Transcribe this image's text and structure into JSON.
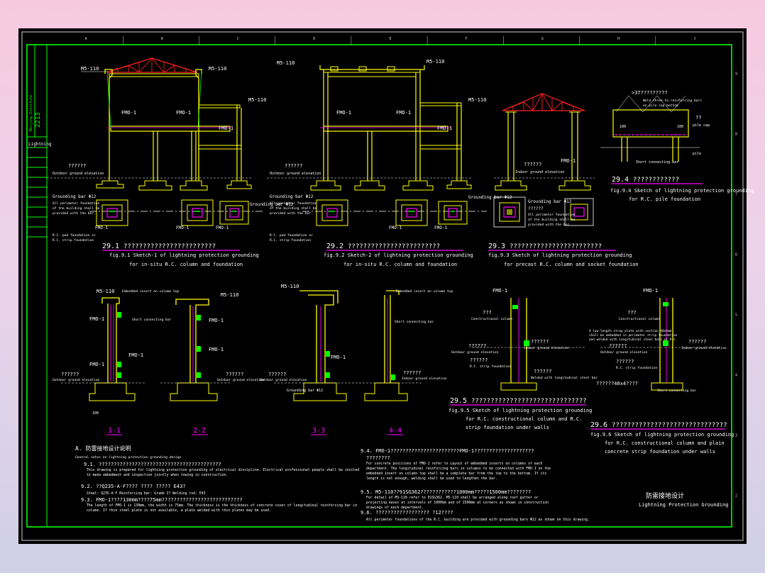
{
  "colors": {
    "frame": "#00ff00",
    "structure": "#ffff00",
    "roof": "#ff2020",
    "accent": "#ff00ff",
    "label": "#ffffff",
    "rebar": "#00ff00",
    "ground": "#ffffff"
  },
  "grid_letters": [
    "A",
    "B",
    "C",
    "D",
    "E",
    "F",
    "G",
    "H",
    "J"
  ],
  "grid_numbers": [
    "9",
    "8",
    "7",
    "6",
    "5",
    "4",
    "3",
    "2"
  ],
  "title_strip": {
    "project_code": "2213",
    "small": "Beijing Institute",
    "section_label": "Lightning"
  },
  "labels": {
    "m5": "M5-110",
    "fmo": "FMO-1",
    "grounding_bar": "Grounding bar Φ12",
    "q_short": "??????",
    "outdoor_ground": "Outdoor ground elevation",
    "indoor_ground": "Indoor ground elevation",
    "perimeter_note": "All perimeter foundation of the building shall be provided with the bar.",
    "pad_note": "R.C. pad foundation or R.C. strip foundation",
    "embedded_insert": "Embedded insert on column top",
    "short_connect": "Short connecting bar",
    "constructional_column": "Constructional column",
    "rc_strip": "R.C. strip foundation",
    "welded_note": "Welded with longitudinal steel bar",
    "pile_cap": "pile cap",
    "pile": "pile",
    "fig94_top": "Weld three to reinforcing bars welded with reinforcing bars on pile cap bottom",
    "long_bar_note": "A low-length strap plate with section 40x4mm shall be embedded in perimeter strip foundation and welded with longitudinal steel bars of R.C. constructional column for lightning protection grounding.",
    "long_bar_q": "??????40x4????"
  },
  "figures": {
    "f91": {
      "num": "29.1",
      "q": "????????????????????????",
      "l1": "fig.9.1 Sketch-1 of lightning protection grounding",
      "l2": "for in-situ R.C. column and foundation"
    },
    "f92": {
      "num": "29.2",
      "q": "????????????????????????",
      "l1": "fig.9.2 Sketch-2 of lightning protection grounding",
      "l2": "for in-situ R.C. column and foundation"
    },
    "f93": {
      "num": "29.3",
      "q": "????????????????????????",
      "l1": "fig.9.3 Sketch of lightning protection grounding",
      "l2": "for precast R.C. column and socket foundation"
    },
    "f94": {
      "num": "29.4",
      "q": "????????????",
      "l1": "fig.9.4 Sketch of lightning protection grounding",
      "l2": "for R.C. pile foundation"
    },
    "f95": {
      "num": "29.5",
      "q": "??????????????????????????????",
      "l1": "fig.9.5 Sketch of lightning protection grounding",
      "l2": "for R.C. constructional column and R.C.",
      "l3": "strip foundation under walls"
    },
    "f96": {
      "num": "29.6",
      "q": "??????????????????????????????",
      "l1": "fig.9.6 Sketch of lightning protection grounding",
      "l2": "for R.C. constructional column and plain",
      "l3": "concrete strip foundation under walls"
    }
  },
  "sections": [
    "1-1",
    "2-2",
    "3-3",
    "4-4"
  ],
  "notes": {
    "heading": "A.  防雷接地设计说明",
    "sub": "General notes on lightning protection grounding design",
    "n1_title": "9.1.  ?????????????????????????????????????????",
    "n1_text": "This drawing is prepared for lightning protection grounding of electrical discipline. Electrical professional people shall be invited to make embedment and inspection jointly when towing in construction.",
    "n2_title": "9.2.  ??Q235-A·F????  ????  ?????  E43?",
    "n2_text": "Steel: Q235-A·F    Reinforcing bar: Grade I?  Welding rod: E43",
    "n3_title": "9.3.  FMO-1????130mm????75mm???????????????????????????",
    "n3_text": "The length of FMO-1 is 130mm, the width is 75mm. The thickness is the thickness of concrete cover of longitudinal reinforcing bar in column. If thin steel plate is not available, a plate welded with thin plates may be used.",
    "n4_title": "9.4.  FMO-1???????????????????????FMO-1????????????????????",
    "n4_text": "For concrete positions of FMO-1 refer to Layout of embedded inserts on columns of each department. The longitudinal reinforcing bars in columns to be connected with FMO-1 on the embedded insert on column top shall be a complete bar from the top to the bottom. If its length is not enough, welding shall be used to lengthen the bar.",
    "n5_title": "9.5.  M5-110??91SG362????????????1000mm?????1500mm????????",
    "n5_text": "For detail of M5-110 refer to 91SG362. M5-110 shall be arranged along roof gutter or projecting eaves at intervals of 1000mm and of 1500mm at corners as shown in construction drawings of each department.",
    "n6_title": "9.6.  ??????????????????  ?12????",
    "n6_text": "All perimeter foundations of the R.C. building are provided with grounding bars Φ12 as shown on this drawing."
  },
  "title_block": {
    "cn": "防雷接地设计",
    "en": "Lightning Protection Grounding"
  }
}
